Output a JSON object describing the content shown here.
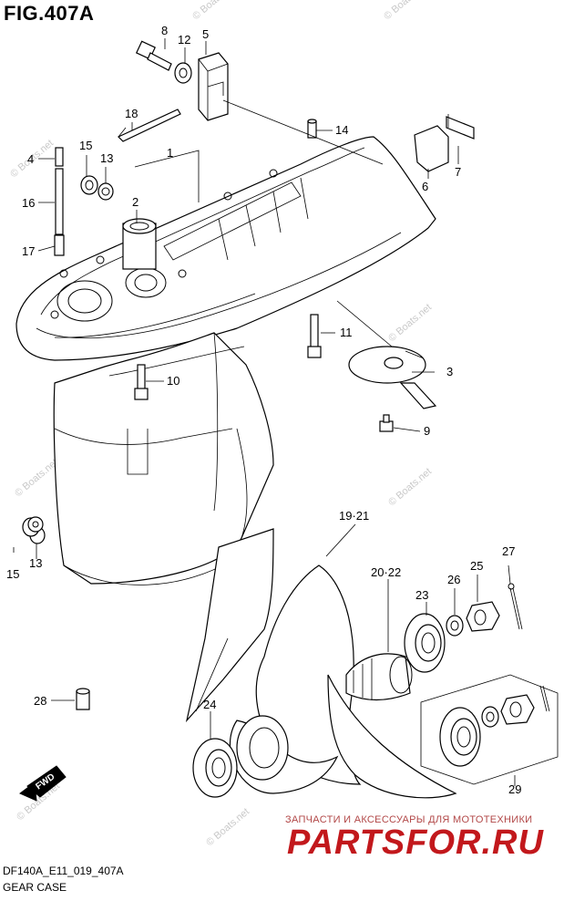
{
  "figure": {
    "title": "FIG.407A",
    "code": "DF140A_E11_019_407A",
    "caption": "GEAR CASE",
    "direction_badge": "FWD"
  },
  "watermark": {
    "text": "© Boats.net"
  },
  "shop": {
    "tagline": "ЗАПЧАСТИ И АКСЕССУАРЫ ДЛЯ МОТОТЕХНИКИ",
    "logo": "PARTSFOR.RU",
    "logo_color": "#c2181c"
  },
  "callouts": [
    {
      "id": "1",
      "label": "1"
    },
    {
      "id": "2",
      "label": "2"
    },
    {
      "id": "3",
      "label": "3"
    },
    {
      "id": "4",
      "label": "4"
    },
    {
      "id": "5",
      "label": "5"
    },
    {
      "id": "6",
      "label": "6"
    },
    {
      "id": "7",
      "label": "7"
    },
    {
      "id": "8",
      "label": "8"
    },
    {
      "id": "9",
      "label": "9"
    },
    {
      "id": "10",
      "label": "10"
    },
    {
      "id": "11",
      "label": "11"
    },
    {
      "id": "12",
      "label": "12"
    },
    {
      "id": "13a",
      "label": "13"
    },
    {
      "id": "13b",
      "label": "13"
    },
    {
      "id": "14",
      "label": "14"
    },
    {
      "id": "15a",
      "label": "15"
    },
    {
      "id": "15b",
      "label": "15"
    },
    {
      "id": "16",
      "label": "16"
    },
    {
      "id": "17",
      "label": "17"
    },
    {
      "id": "18",
      "label": "18"
    },
    {
      "id": "19_21",
      "label": "19·21"
    },
    {
      "id": "20_22",
      "label": "20·22"
    },
    {
      "id": "23",
      "label": "23"
    },
    {
      "id": "24",
      "label": "24"
    },
    {
      "id": "25",
      "label": "25"
    },
    {
      "id": "26",
      "label": "26"
    },
    {
      "id": "27",
      "label": "27"
    },
    {
      "id": "28",
      "label": "28"
    },
    {
      "id": "29",
      "label": "29"
    }
  ]
}
